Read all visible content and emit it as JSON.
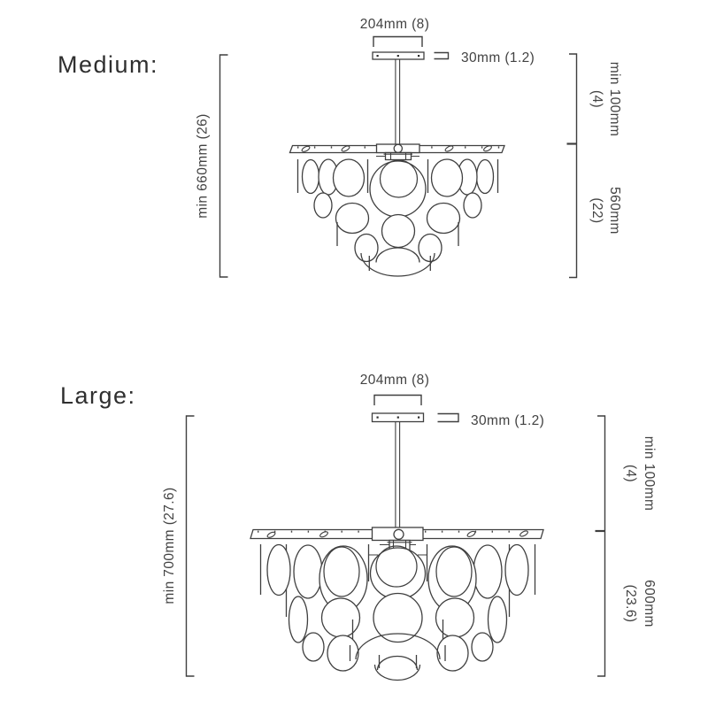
{
  "palette": {
    "line": "#3f3f3f",
    "text": "#3c3c3c",
    "background": "#ffffff"
  },
  "sections": {
    "medium": {
      "label": "Medium:",
      "canopy_width": "204mm (8)",
      "canopy_thickness": "30mm (1.2)",
      "suspension_min": "min 100mm",
      "suspension_min_alt": "(4)",
      "body_height": "560mm",
      "body_height_alt": "(22)",
      "overall_height": "min 660mm (26)"
    },
    "large": {
      "label": "Large:",
      "canopy_width": "204mm (8)",
      "canopy_thickness": "30mm (1.2)",
      "suspension_min": "min 100mm",
      "suspension_min_alt": "(4)",
      "body_height": "600mm",
      "body_height_alt": "(23.6)",
      "overall_height": "min 700mm (27.6)"
    }
  }
}
